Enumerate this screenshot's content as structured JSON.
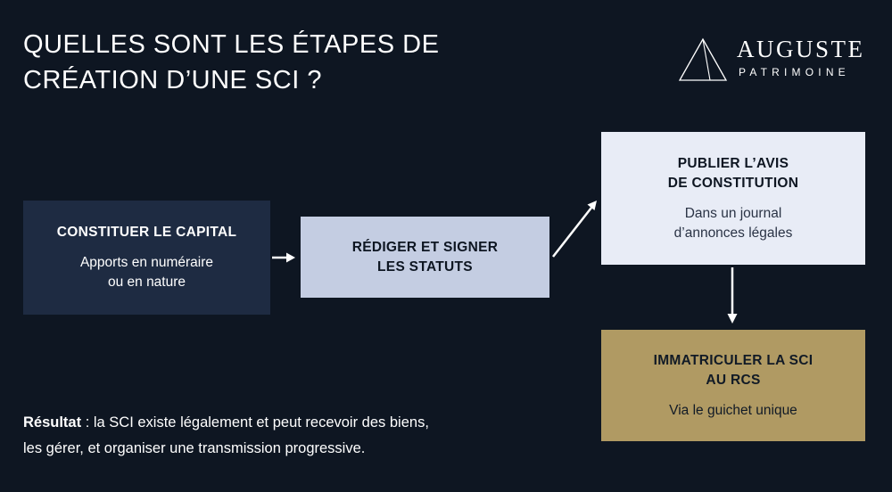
{
  "title": {
    "line1": "QUELLES SONT LES ÉTAPES DE",
    "line2": "CRÉATION D’UNE SCI ?"
  },
  "logo": {
    "brand": "AUGUSTE",
    "subtitle": "PATRIMOINE"
  },
  "steps": [
    {
      "head": [
        "CONSTITUER LE CAPITAL"
      ],
      "desc": [
        "Apports en numéraire",
        "ou en nature"
      ],
      "color": "#1e2b42"
    },
    {
      "head": [
        "RÉDIGER ET SIGNER",
        "LES STATUTS"
      ],
      "desc": [],
      "color": "#c4cde2"
    },
    {
      "head": [
        "PUBLIER L’AVIS",
        "DE CONSTITUTION"
      ],
      "desc": [
        "Dans un journal",
        "d’annonces légales"
      ],
      "color": "#e8ecf6"
    },
    {
      "head": [
        "IMMATRICULER LA SCI",
        "AU RCS"
      ],
      "desc": [
        "Via le guichet unique"
      ],
      "color": "#b09a63"
    }
  ],
  "result": {
    "label": "Résultat",
    "text_line1": " : la SCI existe légalement et peut recevoir des biens,",
    "text_line2": "les gérer, et organiser une transmission progressive."
  },
  "colors": {
    "background": "#0e1622",
    "text": "#ffffff"
  }
}
